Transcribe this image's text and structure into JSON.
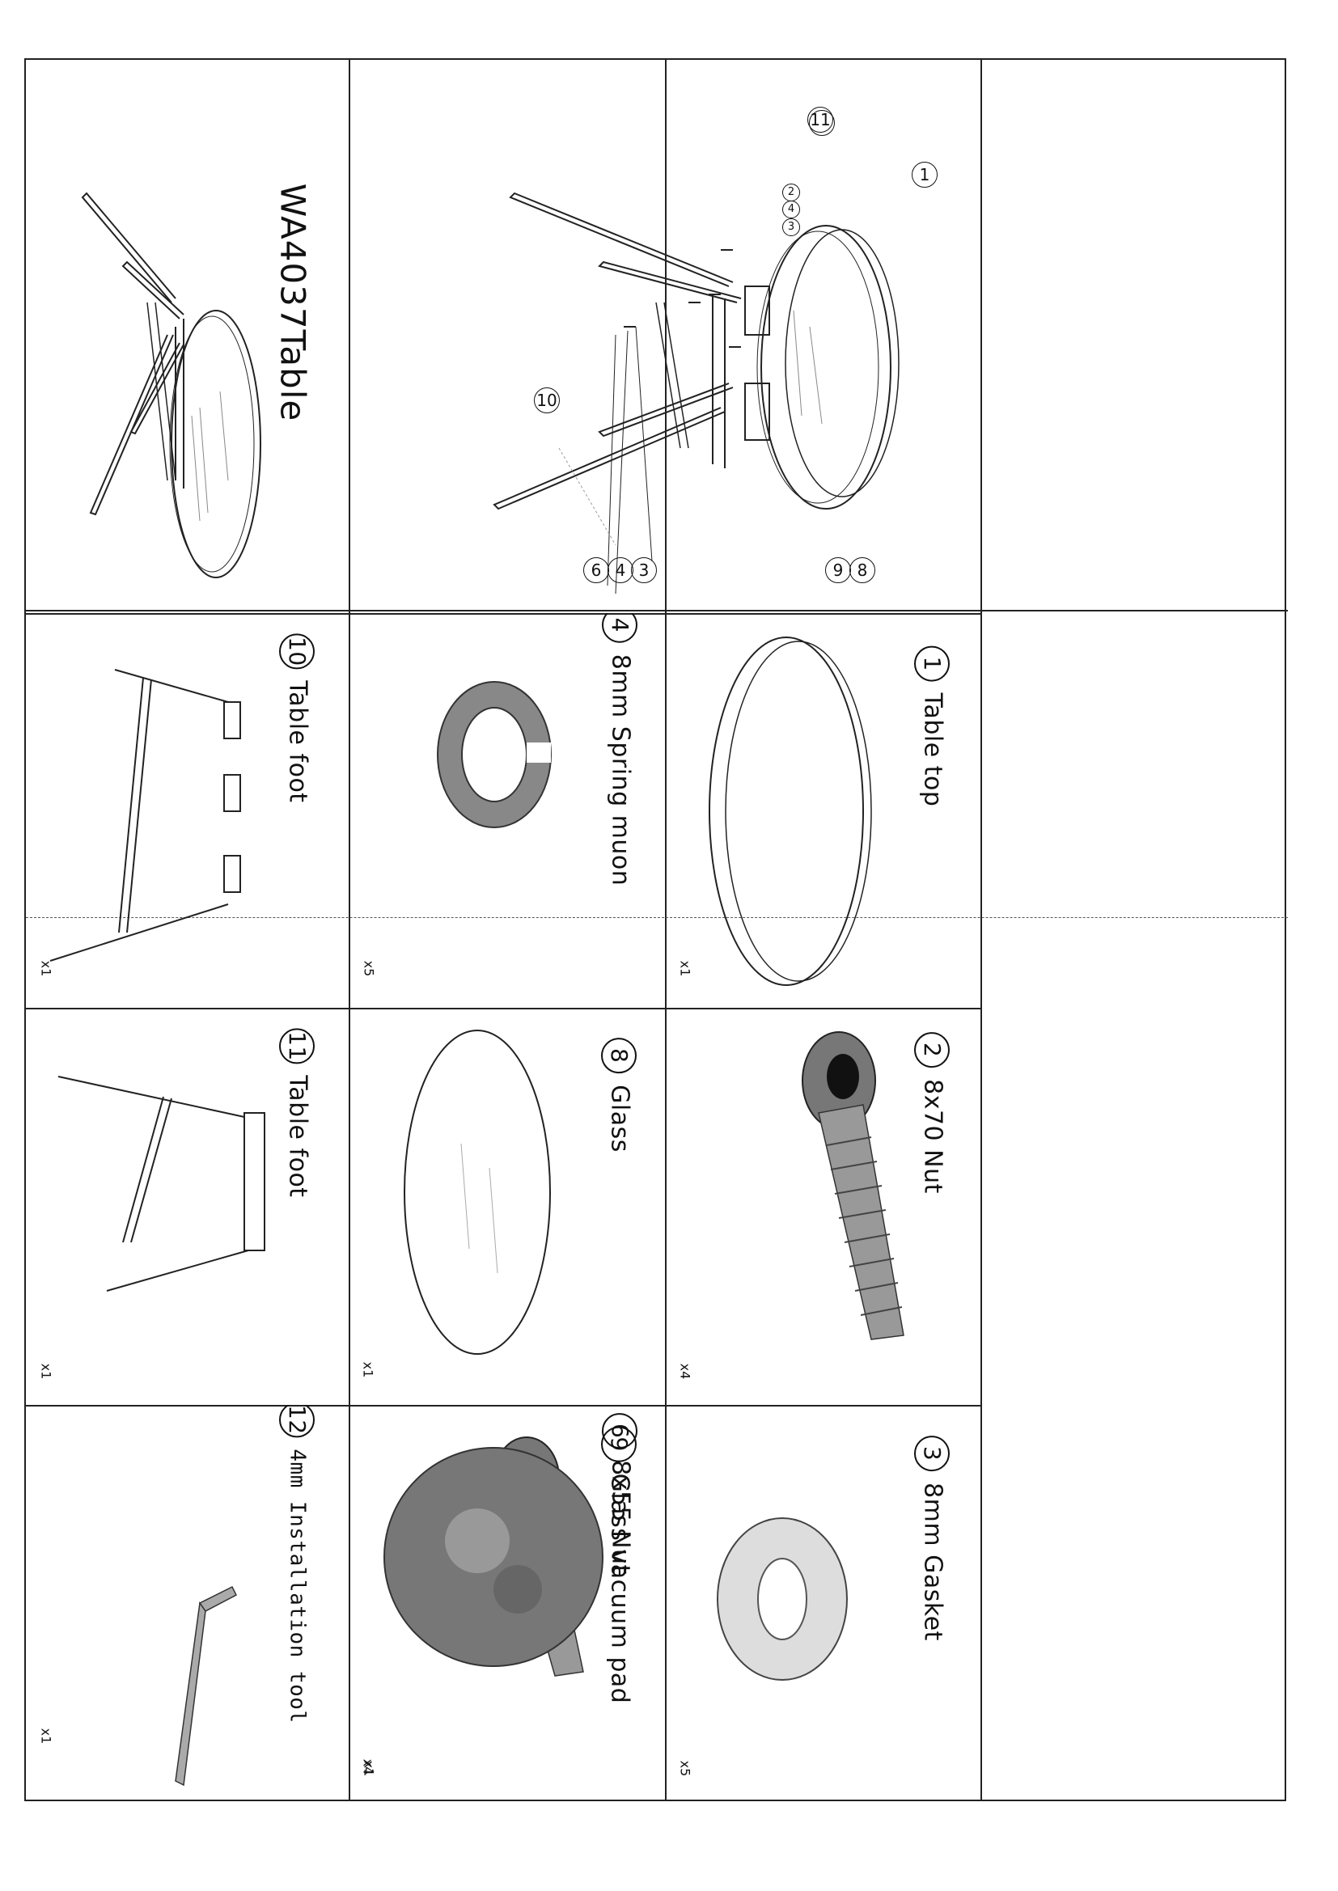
{
  "title": "WA4037Table",
  "diagram_callouts": [
    "1",
    "2",
    "3",
    "4",
    "3",
    "4",
    "6",
    "8",
    "9",
    "10",
    "11"
  ],
  "parts": [
    {
      "number": "1",
      "name": "Table top",
      "qty": "x1"
    },
    {
      "number": "2",
      "name": "8x70 Nut",
      "qty": "x4"
    },
    {
      "number": "3",
      "name": "8mm Gasket",
      "qty": "x5"
    },
    {
      "number": "4",
      "name": "8mm Spring muon",
      "qty": "x5"
    },
    {
      "number": "6",
      "name": "8x55 Nut",
      "qty": "x1"
    },
    {
      "number": "8",
      "name": "Glass",
      "qty": "x1"
    },
    {
      "number": "9",
      "name": "Glass vacuum pad",
      "qty": "x4"
    },
    {
      "number": "10",
      "name": "Table foot",
      "qty": "x1"
    },
    {
      "number": "11",
      "name": "Table foot",
      "qty": "x1"
    },
    {
      "number": "12",
      "name": "4mm Installation tool",
      "qty": "x1"
    }
  ]
}
